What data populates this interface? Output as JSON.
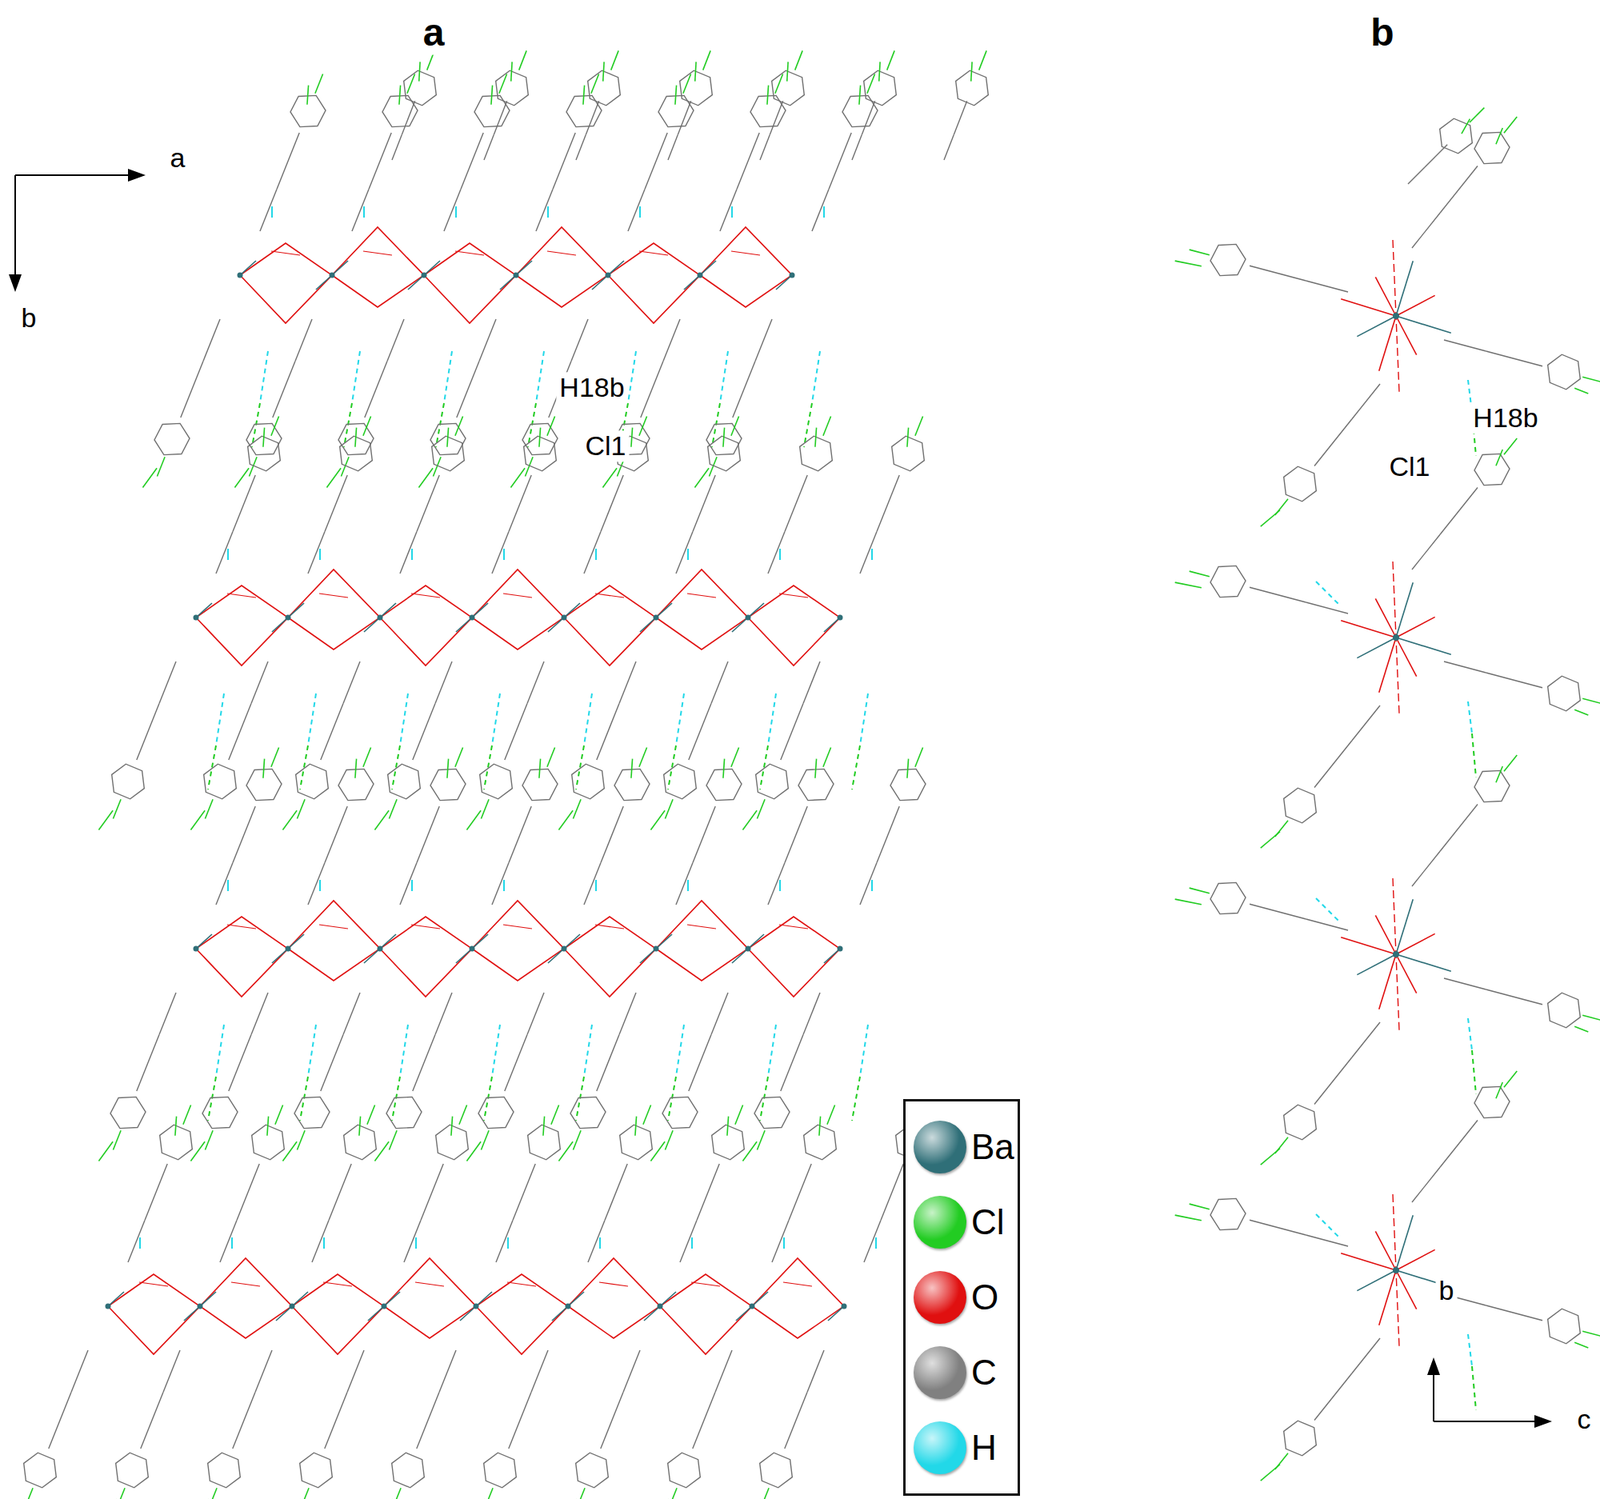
{
  "diagram": {
    "labels": [
      "a",
      "b",
      "a",
      "b",
      "H18b",
      "Cl1",
      "H18b",
      "Cl1",
      "b",
      "c"
    ],
    "legend": [
      {
        "text": "Ba",
        "color": "#2f6f78"
      },
      {
        "text": "Cl",
        "color": "#22cc22"
      },
      {
        "text": "O",
        "color": "#e01010"
      },
      {
        "text": "C",
        "color": "#808080"
      },
      {
        "text": "H",
        "color": "#22d8e8"
      }
    ]
  }
}
